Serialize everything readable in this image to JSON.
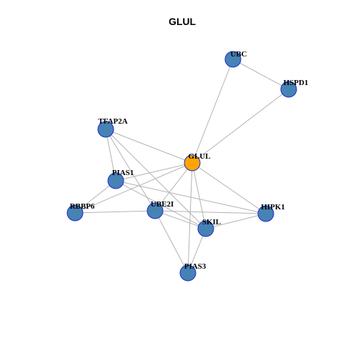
{
  "title": "GLUL",
  "colors": {
    "default_node_fill": "#4682b4",
    "focus_node_fill": "#ffa500",
    "node_border": "#1d2bd0",
    "focus_node_border": "#8b1a1a",
    "edge": "#b3b3b3"
  },
  "nodes": [
    {
      "id": "UBC",
      "label": "UBC"
    },
    {
      "id": "HSPD1",
      "label": "HSPD1"
    },
    {
      "id": "TFAP2A",
      "label": "TFAP2A"
    },
    {
      "id": "GLUL",
      "label": "GLUL",
      "focus": true
    },
    {
      "id": "PIAS1",
      "label": "PIAS1"
    },
    {
      "id": "RBBP6",
      "label": "RBBP6"
    },
    {
      "id": "UBE2I",
      "label": "UBE2I"
    },
    {
      "id": "HIPK1",
      "label": "HIPK1"
    },
    {
      "id": "SKIL",
      "label": "SKIL"
    },
    {
      "id": "PIAS3",
      "label": "PIAS3"
    }
  ],
  "edges": [
    [
      "UBC",
      "HSPD1"
    ],
    [
      "UBC",
      "GLUL"
    ],
    [
      "HSPD1",
      "GLUL"
    ],
    [
      "TFAP2A",
      "GLUL"
    ],
    [
      "TFAP2A",
      "PIAS1"
    ],
    [
      "TFAP2A",
      "UBE2I"
    ],
    [
      "TFAP2A",
      "SKIL"
    ],
    [
      "GLUL",
      "PIAS1"
    ],
    [
      "GLUL",
      "RBBP6"
    ],
    [
      "GLUL",
      "UBE2I"
    ],
    [
      "GLUL",
      "SKIL"
    ],
    [
      "GLUL",
      "HIPK1"
    ],
    [
      "GLUL",
      "PIAS3"
    ],
    [
      "PIAS1",
      "RBBP6"
    ],
    [
      "PIAS1",
      "SKIL"
    ],
    [
      "PIAS1",
      "HIPK1"
    ],
    [
      "RBBP6",
      "UBE2I"
    ],
    [
      "UBE2I",
      "HIPK1"
    ],
    [
      "UBE2I",
      "SKIL"
    ],
    [
      "UBE2I",
      "PIAS3"
    ],
    [
      "SKIL",
      "HIPK1"
    ],
    [
      "SKIL",
      "PIAS3"
    ]
  ]
}
